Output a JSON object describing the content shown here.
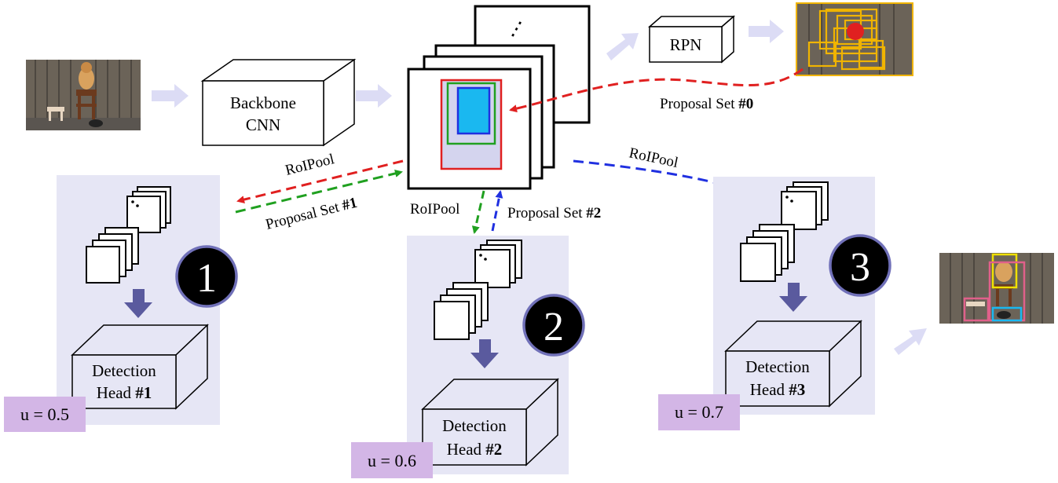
{
  "backbone": {
    "line1": "Backbone",
    "line2": "CNN"
  },
  "rpn": {
    "label": "RPN"
  },
  "feature_map": {
    "ellipsis": "⋮"
  },
  "labels": {
    "proposal_set_0": {
      "prefix": "Proposal Set ",
      "num": "#0"
    },
    "proposal_set_1": {
      "prefix": "Proposal Set ",
      "num": "#1"
    },
    "proposal_set_2": {
      "prefix": "Proposal Set ",
      "num": "#2"
    },
    "roipool_left": "RoIPool",
    "roipool_center": "RoIPool",
    "roipool_right": "RoIPool"
  },
  "stages": [
    {
      "number": "1",
      "head_line1": "Detection",
      "head_prefix": "Head ",
      "head_num": "#1",
      "u_label": "u = 0.5"
    },
    {
      "number": "2",
      "head_line1": "Detection",
      "head_prefix": "Head ",
      "head_num": "#2",
      "u_label": "u = 0.6"
    },
    {
      "number": "3",
      "head_line1": "Detection",
      "head_prefix": "Head ",
      "head_num": "#3",
      "u_label": "u = 0.7"
    }
  ],
  "colors": {
    "stage_panel": "#e6e6f5",
    "u_badge": "#d3b6e6",
    "flow_arrow": "#dcdcf5",
    "down_arrow": "#5a5a9e",
    "red": "#e02020",
    "green": "#20a020",
    "blue": "#2030e0",
    "cyan": "#1ab8f0",
    "yellow": "#f0b400",
    "pink": "#e0608a"
  }
}
